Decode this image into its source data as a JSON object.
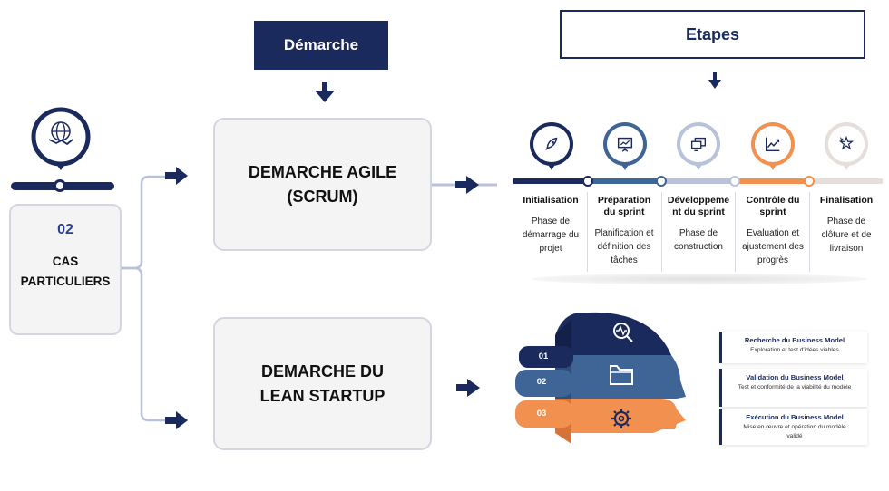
{
  "header": {
    "demarche_label": "Démarche",
    "etapes_label": "Etapes"
  },
  "left_card": {
    "number": "02",
    "line1": "CAS",
    "line2": "PARTICULIERS",
    "icon": "handshake-globe-icon"
  },
  "agile_card": {
    "line1": "DEMARCHE AGILE",
    "line2": "(SCRUM)"
  },
  "lean_card": {
    "line1": "DEMARCHE DU",
    "line2": "LEAN STARTUP"
  },
  "steps": [
    {
      "title": "Initialisation",
      "desc": "Phase de démarrage du projet",
      "icon": "rocket-icon",
      "color": "#1b2a5c"
    },
    {
      "title": "Préparation du sprint",
      "desc": "Planification et définition des tâches",
      "icon": "presentation-board-icon",
      "color": "#3e6596"
    },
    {
      "title": "Développement du sprint",
      "desc": "Phase de construction",
      "icon": "screens-icon",
      "color": "#b8c3d9"
    },
    {
      "title": "Contrôle du sprint",
      "desc": "Evaluation et ajustement des progrès",
      "icon": "chart-growth-icon",
      "color": "#f29050"
    },
    {
      "title": "Finalisation",
      "desc": "Phase de clôture et de livraison",
      "icon": "stars-icon",
      "color": "#e6dedb"
    }
  ],
  "lean": {
    "bands": [
      {
        "number": "01",
        "icon": "search-pulse-icon",
        "color": "#1b2a5c"
      },
      {
        "number": "02",
        "icon": "folder-icon",
        "color": "#3e6596"
      },
      {
        "number": "03",
        "icon": "gear-icon",
        "color": "#f29050"
      }
    ],
    "items": [
      {
        "title": "Recherche du Business Model",
        "desc": "Exploration et test d'idées viables"
      },
      {
        "title": "Validation du Business Model",
        "desc": "Test et conformité de la viabilité du modèle"
      },
      {
        "title": "Exécution du Business Model",
        "desc": "Mise en œuvre et opération du modèle validé"
      }
    ]
  }
}
